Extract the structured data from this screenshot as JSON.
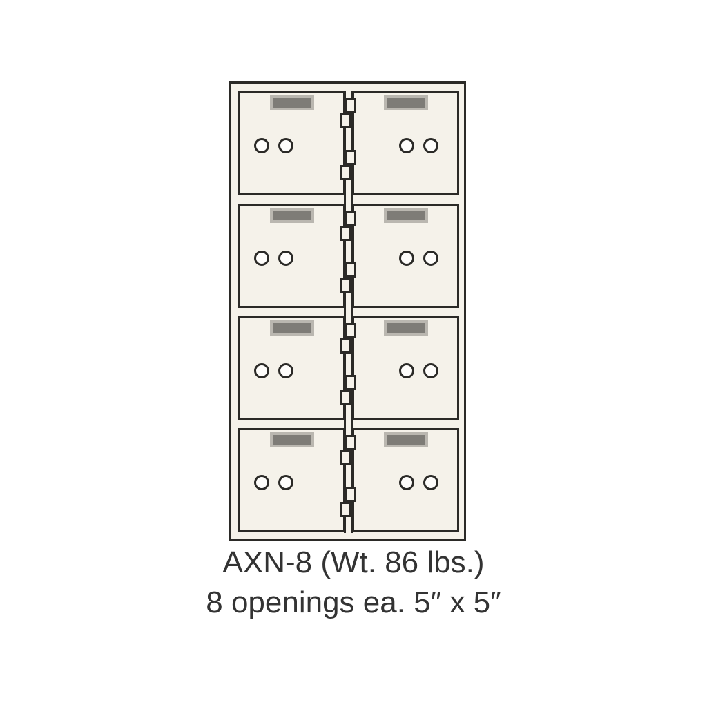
{
  "diagram": {
    "type": "safe-deposit-box-front-view",
    "unit_model": "AXN-8",
    "weight_lbs": 86,
    "opening_count": 8,
    "opening_size": "5″ x 5″",
    "grid": {
      "rows": 4,
      "columns": 2
    },
    "colors": {
      "background": "#ffffff",
      "cabinet_fill": "#f5f2ea",
      "outline": "#2b2a27",
      "plate_fill": "#7e7c77",
      "plate_border": "#bab7b0",
      "lock_fill": "#fefdfb",
      "caption_text": "#333333"
    }
  },
  "caption": {
    "line1": "AXN-8 (Wt. 86 lbs.)",
    "line2": "8 openings ea. 5″ x 5″"
  }
}
